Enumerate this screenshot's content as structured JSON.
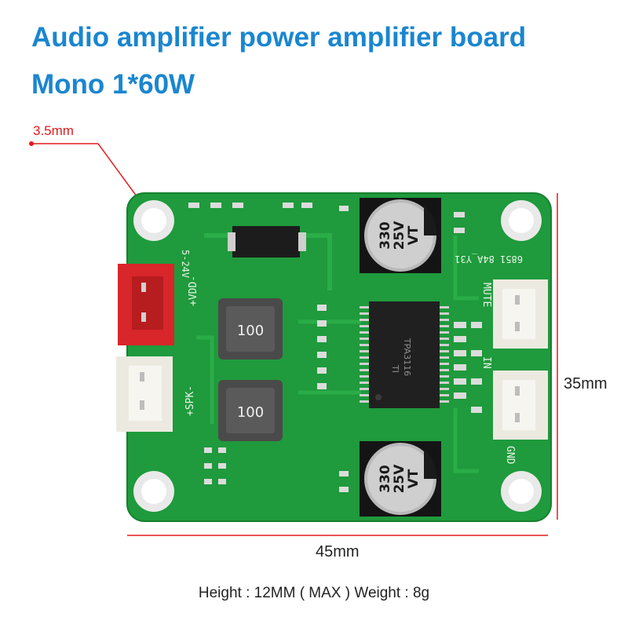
{
  "title": {
    "line1": "Audio amplifier power amplifier board",
    "line2": "Mono 1*60W"
  },
  "hole_label": "3.5mm",
  "dimensions": {
    "height_label": "35mm",
    "width_label": "45mm"
  },
  "footer": "Height : 12MM ( MAX ) Weight : 8g",
  "board": {
    "silkscreen": {
      "vdd": "+VDD-",
      "voltage": "5-24V",
      "spk": "+SPK-",
      "mute": "MUTE",
      "in": "IN",
      "gnd": "GND",
      "board_id": "6851 84A_Y31"
    },
    "components": {
      "capacitor_top": [
        "330",
        "25V",
        "VT"
      ],
      "capacitor_bottom": [
        "330",
        "25V",
        "VT"
      ],
      "inductor_top": "100",
      "inductor_bottom": "100",
      "chip_marking": [
        "TPA3116",
        "TI"
      ]
    }
  },
  "colors": {
    "title": "#1a86d0",
    "pcb": "#1f9a3c",
    "annotation": "#e01b1b"
  }
}
